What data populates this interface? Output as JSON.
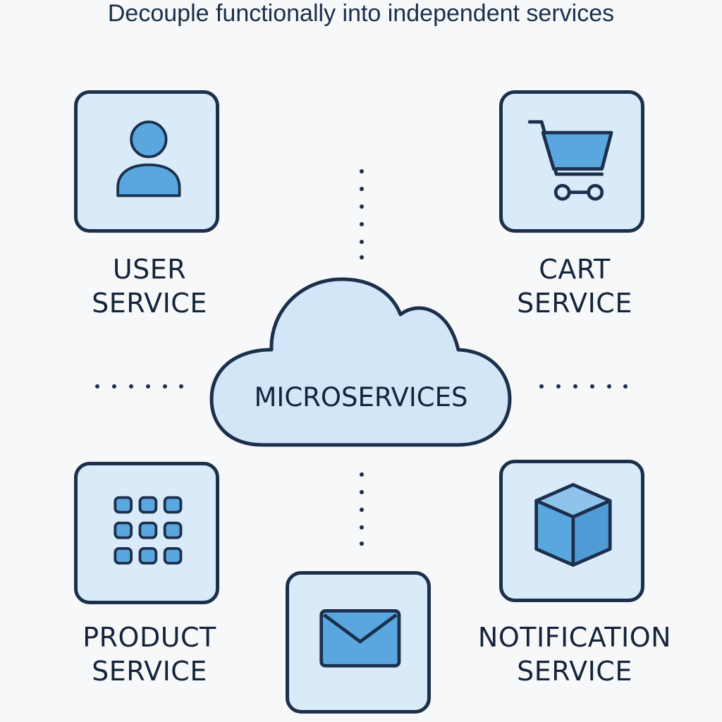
{
  "diagram": {
    "title": "Decouple functionally into independent services",
    "center": {
      "label": "MICROSERVICES",
      "icon": "cloud-icon"
    },
    "services": {
      "user": {
        "line1": "USER",
        "line2": "SERVICE",
        "icon": "user-icon"
      },
      "cart": {
        "line1": "CART",
        "line2": "SERVICE",
        "icon": "shopping-cart-icon"
      },
      "product": {
        "line1": "PRODUCT",
        "line2": "SERVICE",
        "icon": "grid-icon"
      },
      "email": {
        "icon": "envelope-icon"
      },
      "notification": {
        "line1": "NOTIFICATION",
        "line2": "SERVICE",
        "icon": "cube-icon"
      }
    },
    "colors": {
      "outline": "#1c2f4b",
      "tile_fill": "#d9eaf8",
      "icon_fill": "#5aa7e0",
      "text": "#15243a",
      "background": "#f7f8fa"
    }
  }
}
